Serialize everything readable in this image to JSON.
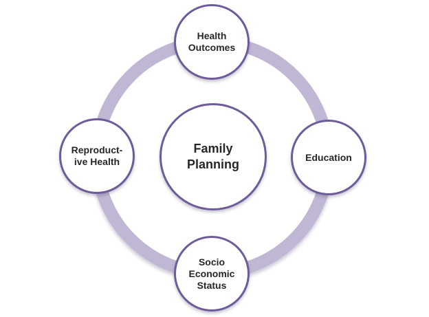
{
  "diagram": {
    "type": "cycle",
    "center": {
      "label": "Family Planning",
      "lines": [
        "Family",
        "Planning"
      ]
    },
    "nodes": [
      {
        "id": "health-outcomes",
        "position": "top",
        "label": "Health Outcomes",
        "lines": [
          "Health",
          "Outcomes"
        ]
      },
      {
        "id": "education",
        "position": "right",
        "label": "Education",
        "lines": [
          "Education"
        ]
      },
      {
        "id": "socio-economic-status",
        "position": "bottom",
        "label": "Socio Economic Status",
        "lines": [
          "Socio",
          "Economic",
          "Status"
        ]
      },
      {
        "id": "reproductive-health",
        "position": "left",
        "label": "Reproduct-ive Health",
        "lines": [
          "Reproduct-",
          "ive Health"
        ]
      }
    ]
  },
  "colors": {
    "background": "#ffffff",
    "ring": "#c0b7d4",
    "circle_border": "#6e5b99",
    "circle_fill": "#ffffff",
    "text": "#262626"
  }
}
